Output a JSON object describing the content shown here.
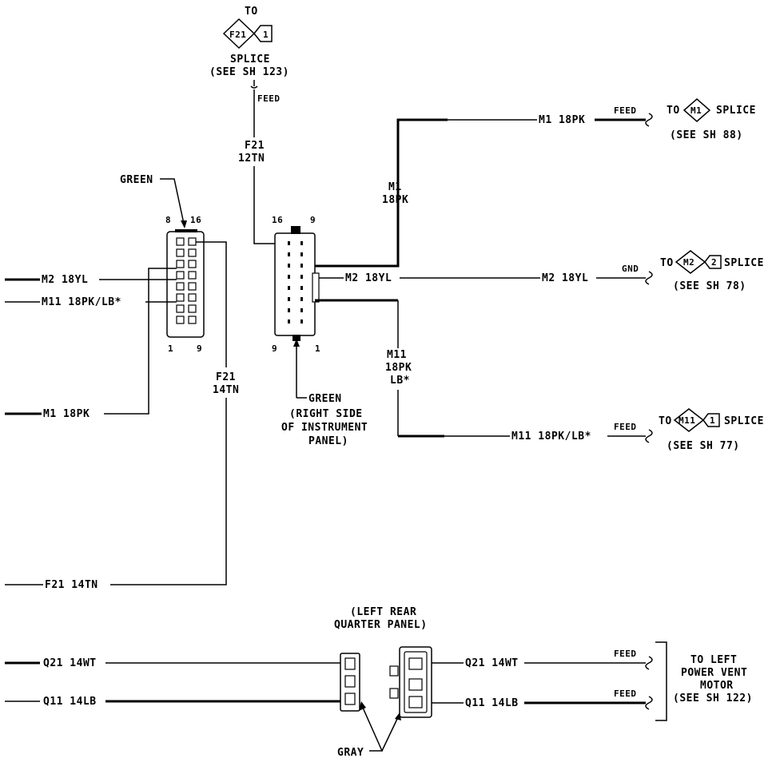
{
  "top_splice": {
    "to": "TO",
    "code": "F21",
    "pin": "1",
    "name": "SPLICE",
    "ref": "(SEE SH 123)",
    "feed": "FEED",
    "wire_code": "F21",
    "wire_spec": "12TN"
  },
  "left_connector": {
    "color_label": "GREEN",
    "pin_tl": "8",
    "pin_tr": "16",
    "pin_bl": "1",
    "pin_br": "9"
  },
  "right_connector": {
    "pin_tl": "16",
    "pin_tr": "9",
    "pin_bl": "9",
    "pin_br": "1",
    "color_label": "GREEN",
    "location_1": "(RIGHT SIDE",
    "location_2": "OF INSTRUMENT",
    "location_3": "PANEL)"
  },
  "left_wires": {
    "m2": "M2 18YL",
    "m11": "M11 18PK/LB*",
    "m1": "M1 18PK",
    "f21": "F21 14TN",
    "f21_vert_code": "F21",
    "f21_vert_spec": "14TN"
  },
  "right_wires": {
    "m1_vert_code": "M1",
    "m1_vert_spec": "18PK",
    "m1": "M1 18PK",
    "m2_mid": "M2 18YL",
    "m2": "M2 18YL",
    "m11_vert_code": "M11",
    "m11_vert_spec": "18PK",
    "m11_vert_spec2": "LB*",
    "m11": "M11 18PK/LB*"
  },
  "splices": {
    "m1": {
      "lead": "FEED",
      "to": "TO",
      "code": "M1",
      "name": "SPLICE",
      "ref": "(SEE SH 88)"
    },
    "m2": {
      "lead": "GND",
      "to": "TO",
      "code": "M2",
      "pin": "2",
      "name": "SPLICE",
      "ref": "(SEE SH 78)"
    },
    "m11": {
      "lead": "FEED",
      "to": "TO",
      "code": "M11",
      "pin": "1",
      "name": "SPLICE",
      "ref": "(SEE SH 77)"
    }
  },
  "bottom": {
    "location_1": "(LEFT REAR",
    "location_2": "QUARTER PANEL)",
    "q21_left": "Q21 14WT",
    "q11_left": "Q11 14LB",
    "q21_right": "Q21 14WT",
    "q11_right": "Q11 14LB",
    "feed_1": "FEED",
    "feed_2": "FEED",
    "dest_1": "TO LEFT",
    "dest_2": "POWER VENT",
    "dest_3": "MOTOR",
    "dest_4": "(SEE SH 122)",
    "color_label": "GRAY"
  }
}
